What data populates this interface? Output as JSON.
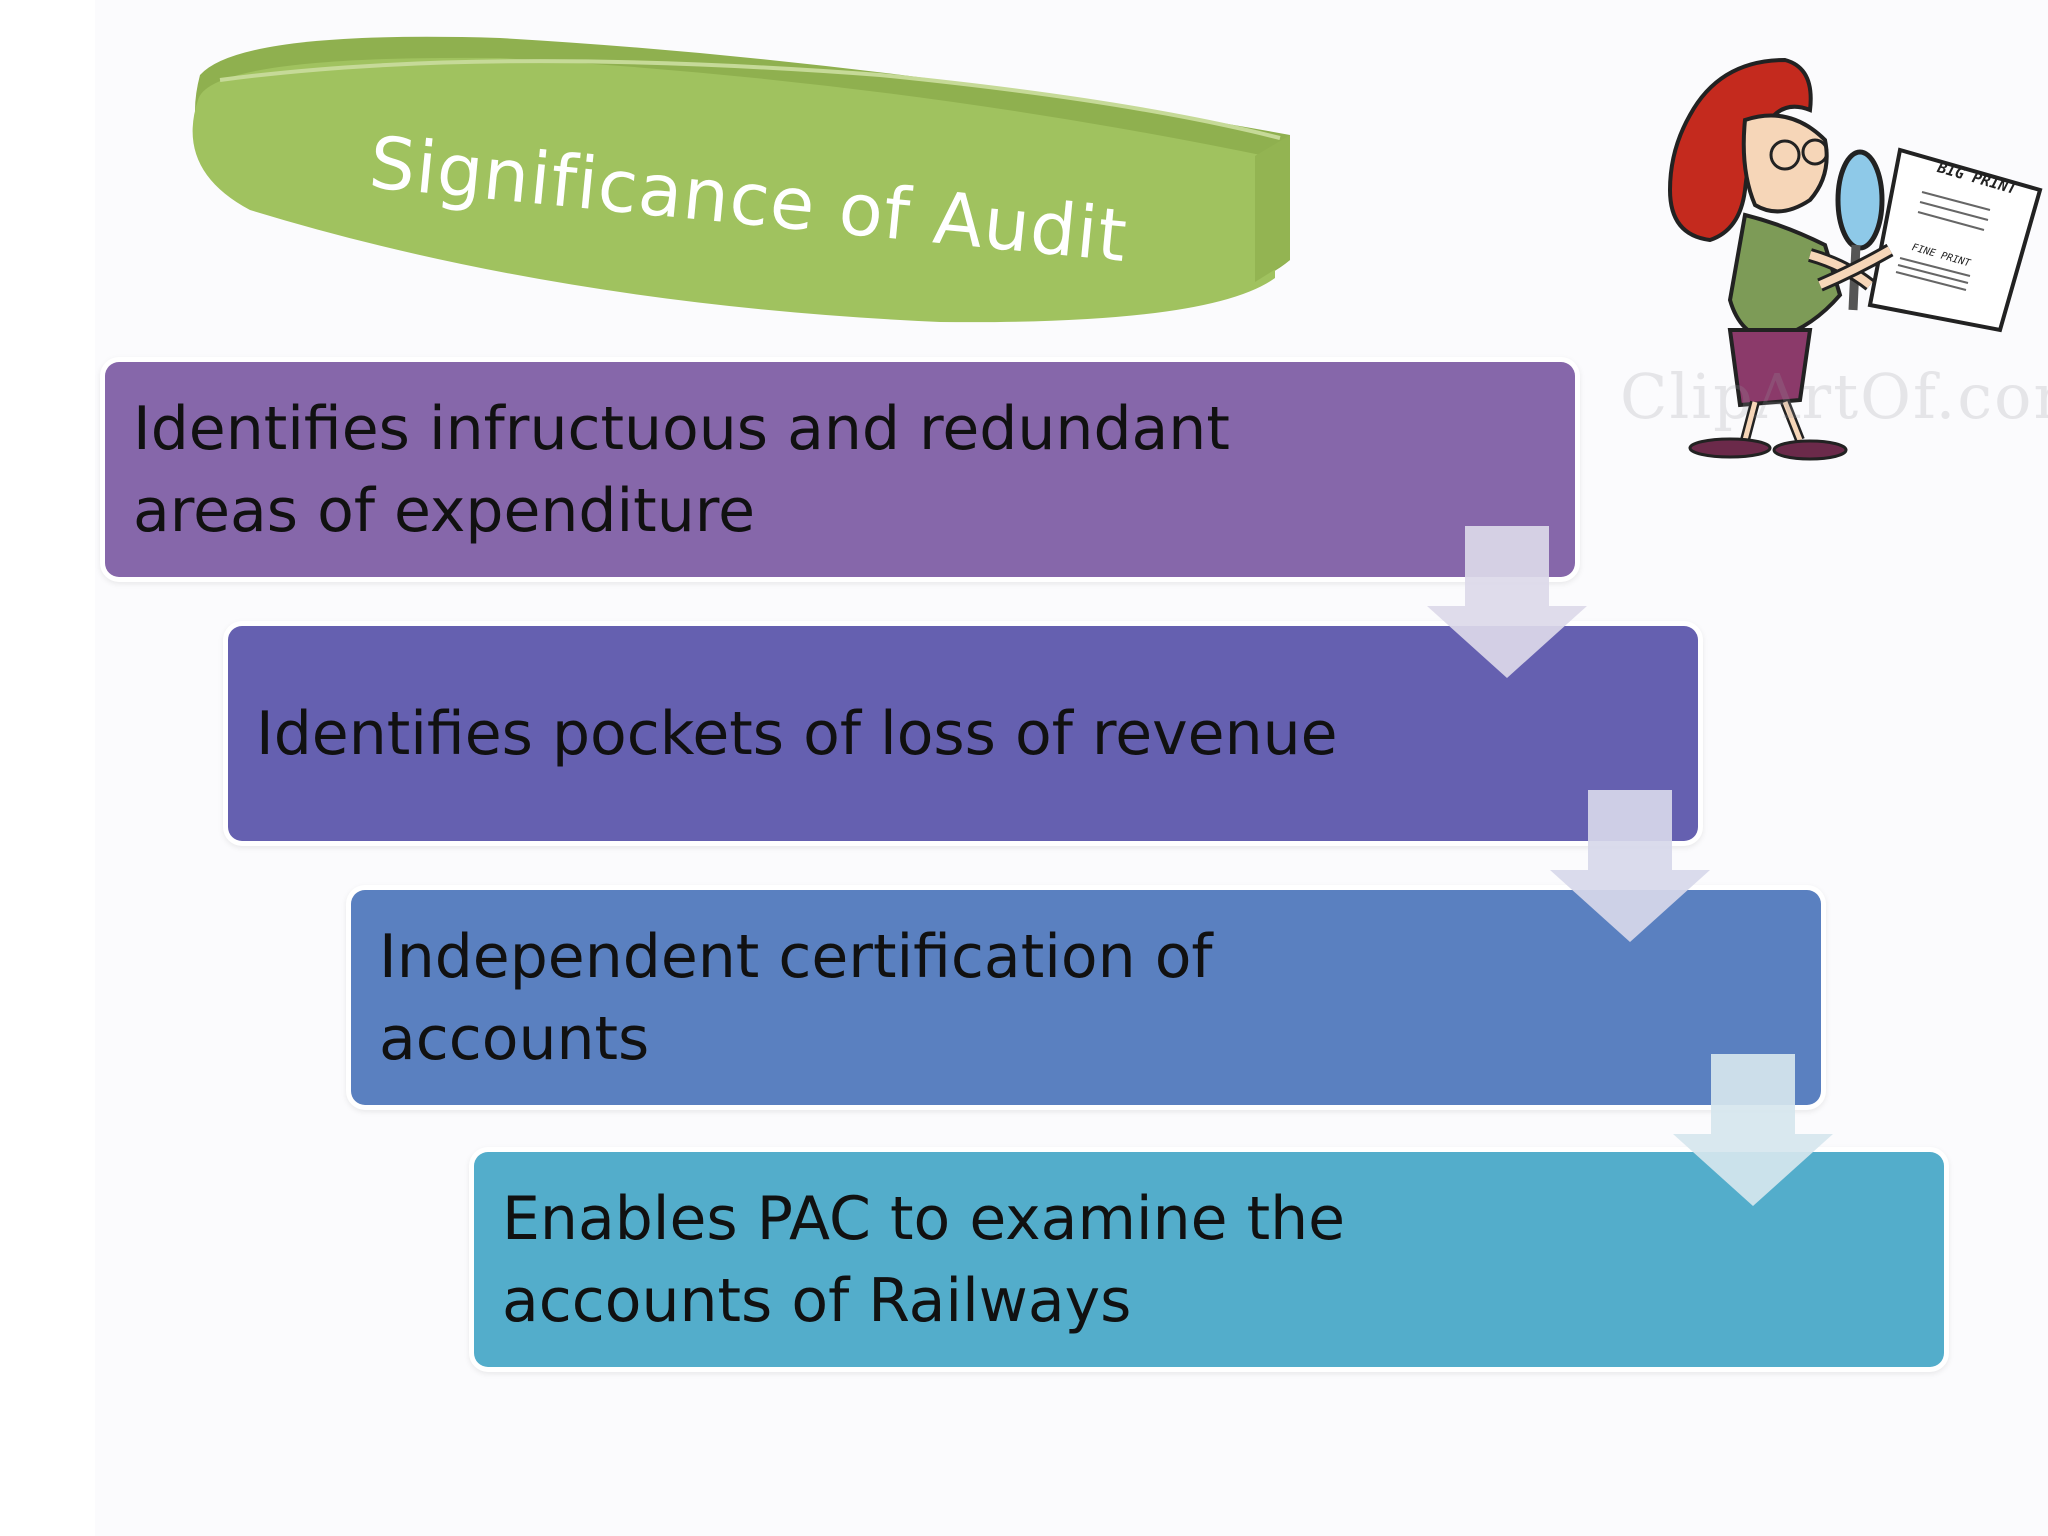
{
  "slide": {
    "title": "Significance of Audit",
    "steps": [
      {
        "text": "Identifies infructuous and redundant areas of expenditure",
        "color": "#8667aa"
      },
      {
        "text": "Identifies pockets of loss of revenue",
        "color": "#6560b0"
      },
      {
        "text": "Independent certification of accounts",
        "color": "#5a80c0"
      },
      {
        "text": "Enables PAC to examine the accounts of Railways",
        "color": "#53adcb"
      }
    ],
    "clipart": {
      "document_title": "BIG PRINT",
      "document_fine_print": "FINE PRINT",
      "watermark": "ClipArtOf.com"
    }
  },
  "colors": {
    "title_banner": "#a0c25f",
    "title_banner_edge": "#8fb04f",
    "arrow": "#dcdbe8"
  }
}
